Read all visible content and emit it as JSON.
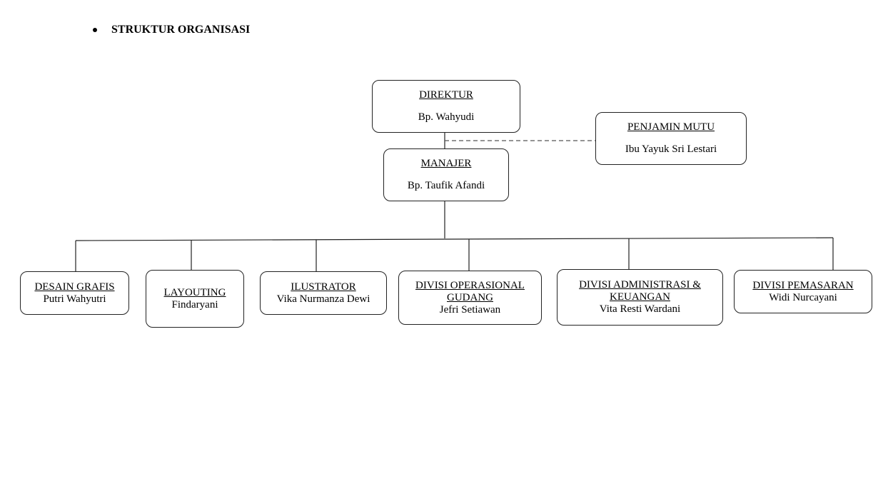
{
  "heading": "STRUKTUR ORGANISASI",
  "nodes": {
    "direktur": {
      "title": "DIREKTUR",
      "name": "Bp. Wahyudi"
    },
    "penjamin_mutu": {
      "title": "PENJAMIN MUTU",
      "name": "Ibu Yayuk Sri Lestari"
    },
    "manajer": {
      "title": "MANAJER",
      "name": "Bp. Taufik Afandi"
    },
    "desain_grafis": {
      "title": "DESAIN GRAFIS",
      "name": "Putri Wahyutri"
    },
    "layouting": {
      "title": "LAYOUTING",
      "name": "Findaryani"
    },
    "ilustrator": {
      "title": "ILUSTRATOR",
      "name": "Vika Nurmanza Dewi"
    },
    "operasional": {
      "title_line1": "DIVISI OPERASIONAL",
      "title_line2": "GUDANG",
      "name": "Jefri Setiawan"
    },
    "administrasi": {
      "title_line1": "DIVISI ADMINISTRASI &",
      "title_line2": "KEUANGAN",
      "name": "Vita Resti Wardani"
    },
    "pemasaran": {
      "title": "DIVISI PEMASARAN",
      "name": "Widi Nurcayani"
    }
  }
}
